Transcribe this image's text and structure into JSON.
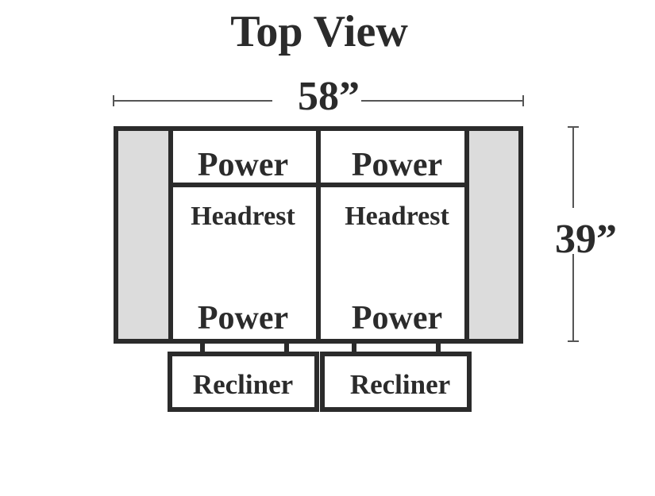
{
  "title": "Top View",
  "dimensions": {
    "width": "58”",
    "depth": "39”"
  },
  "seats": [
    {
      "top_label": "Power",
      "headrest_label": "Headrest",
      "bottom_label": "Power",
      "footrest_label": "Recliner"
    },
    {
      "top_label": "Power",
      "headrest_label": "Headrest",
      "bottom_label": "Power",
      "footrest_label": "Recliner"
    }
  ],
  "colors": {
    "title": "#5b6ee0",
    "outline": "#2b2b2b",
    "armrest_fill": "#dcdcdc",
    "text": "#2b2b2b",
    "dimension_line": "#555555"
  }
}
